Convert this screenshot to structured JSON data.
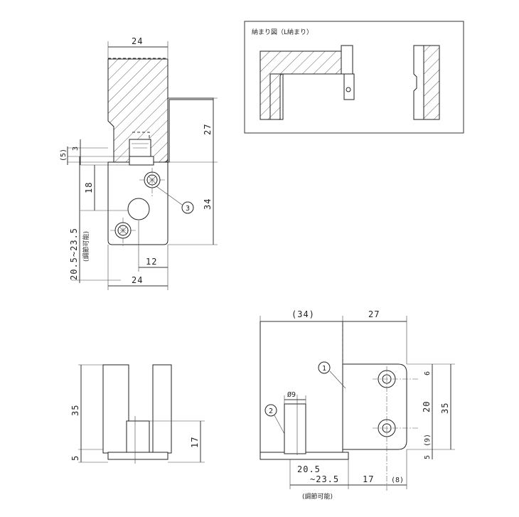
{
  "inset": {
    "title": "納まり図（L納まり）"
  },
  "top_view": {
    "dim_width_top": "24",
    "dim_width_bottom": "24",
    "dim_27": "27",
    "dim_34": "34",
    "dim_3": "3",
    "dim_5": "(5)",
    "dim_18": "18",
    "dim_12": "12",
    "dim_adjust": "20.5~23.5",
    "adjust_note": "(調節可能)",
    "callout_3": "3"
  },
  "side_view": {
    "dim_35": "35",
    "dim_17": "17",
    "dim_5": "5"
  },
  "front_view": {
    "dim_34": "(34)",
    "dim_27": "27",
    "dim_6": "6",
    "dim_20": "20",
    "dim_35": "35",
    "dim_9": "(9)",
    "dim_5": "5",
    "dim_phi9": "Ø9",
    "dim_205": "20.5",
    "dim_235": "~23.5",
    "dim_17": "17",
    "dim_8": "(8)",
    "adjust_note": "(調節可能)",
    "callout_1": "1",
    "callout_2": "2"
  }
}
